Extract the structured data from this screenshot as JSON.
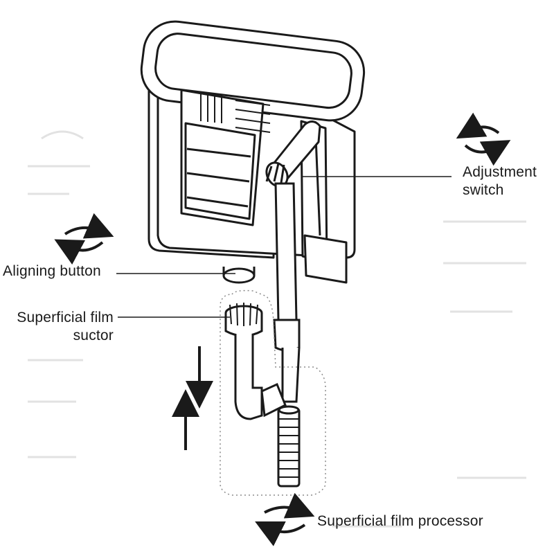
{
  "labels": {
    "adjustment_switch": [
      "Adjustment",
      "switch"
    ],
    "aligning_button": "Aligning button",
    "film_suctor": [
      "Superficial film",
      "suctor"
    ],
    "film_processor": "Superficial film processor"
  },
  "colors": {
    "line": "#1a1a1a",
    "background": "#ffffff",
    "watermark": "#dcdcdc"
  }
}
